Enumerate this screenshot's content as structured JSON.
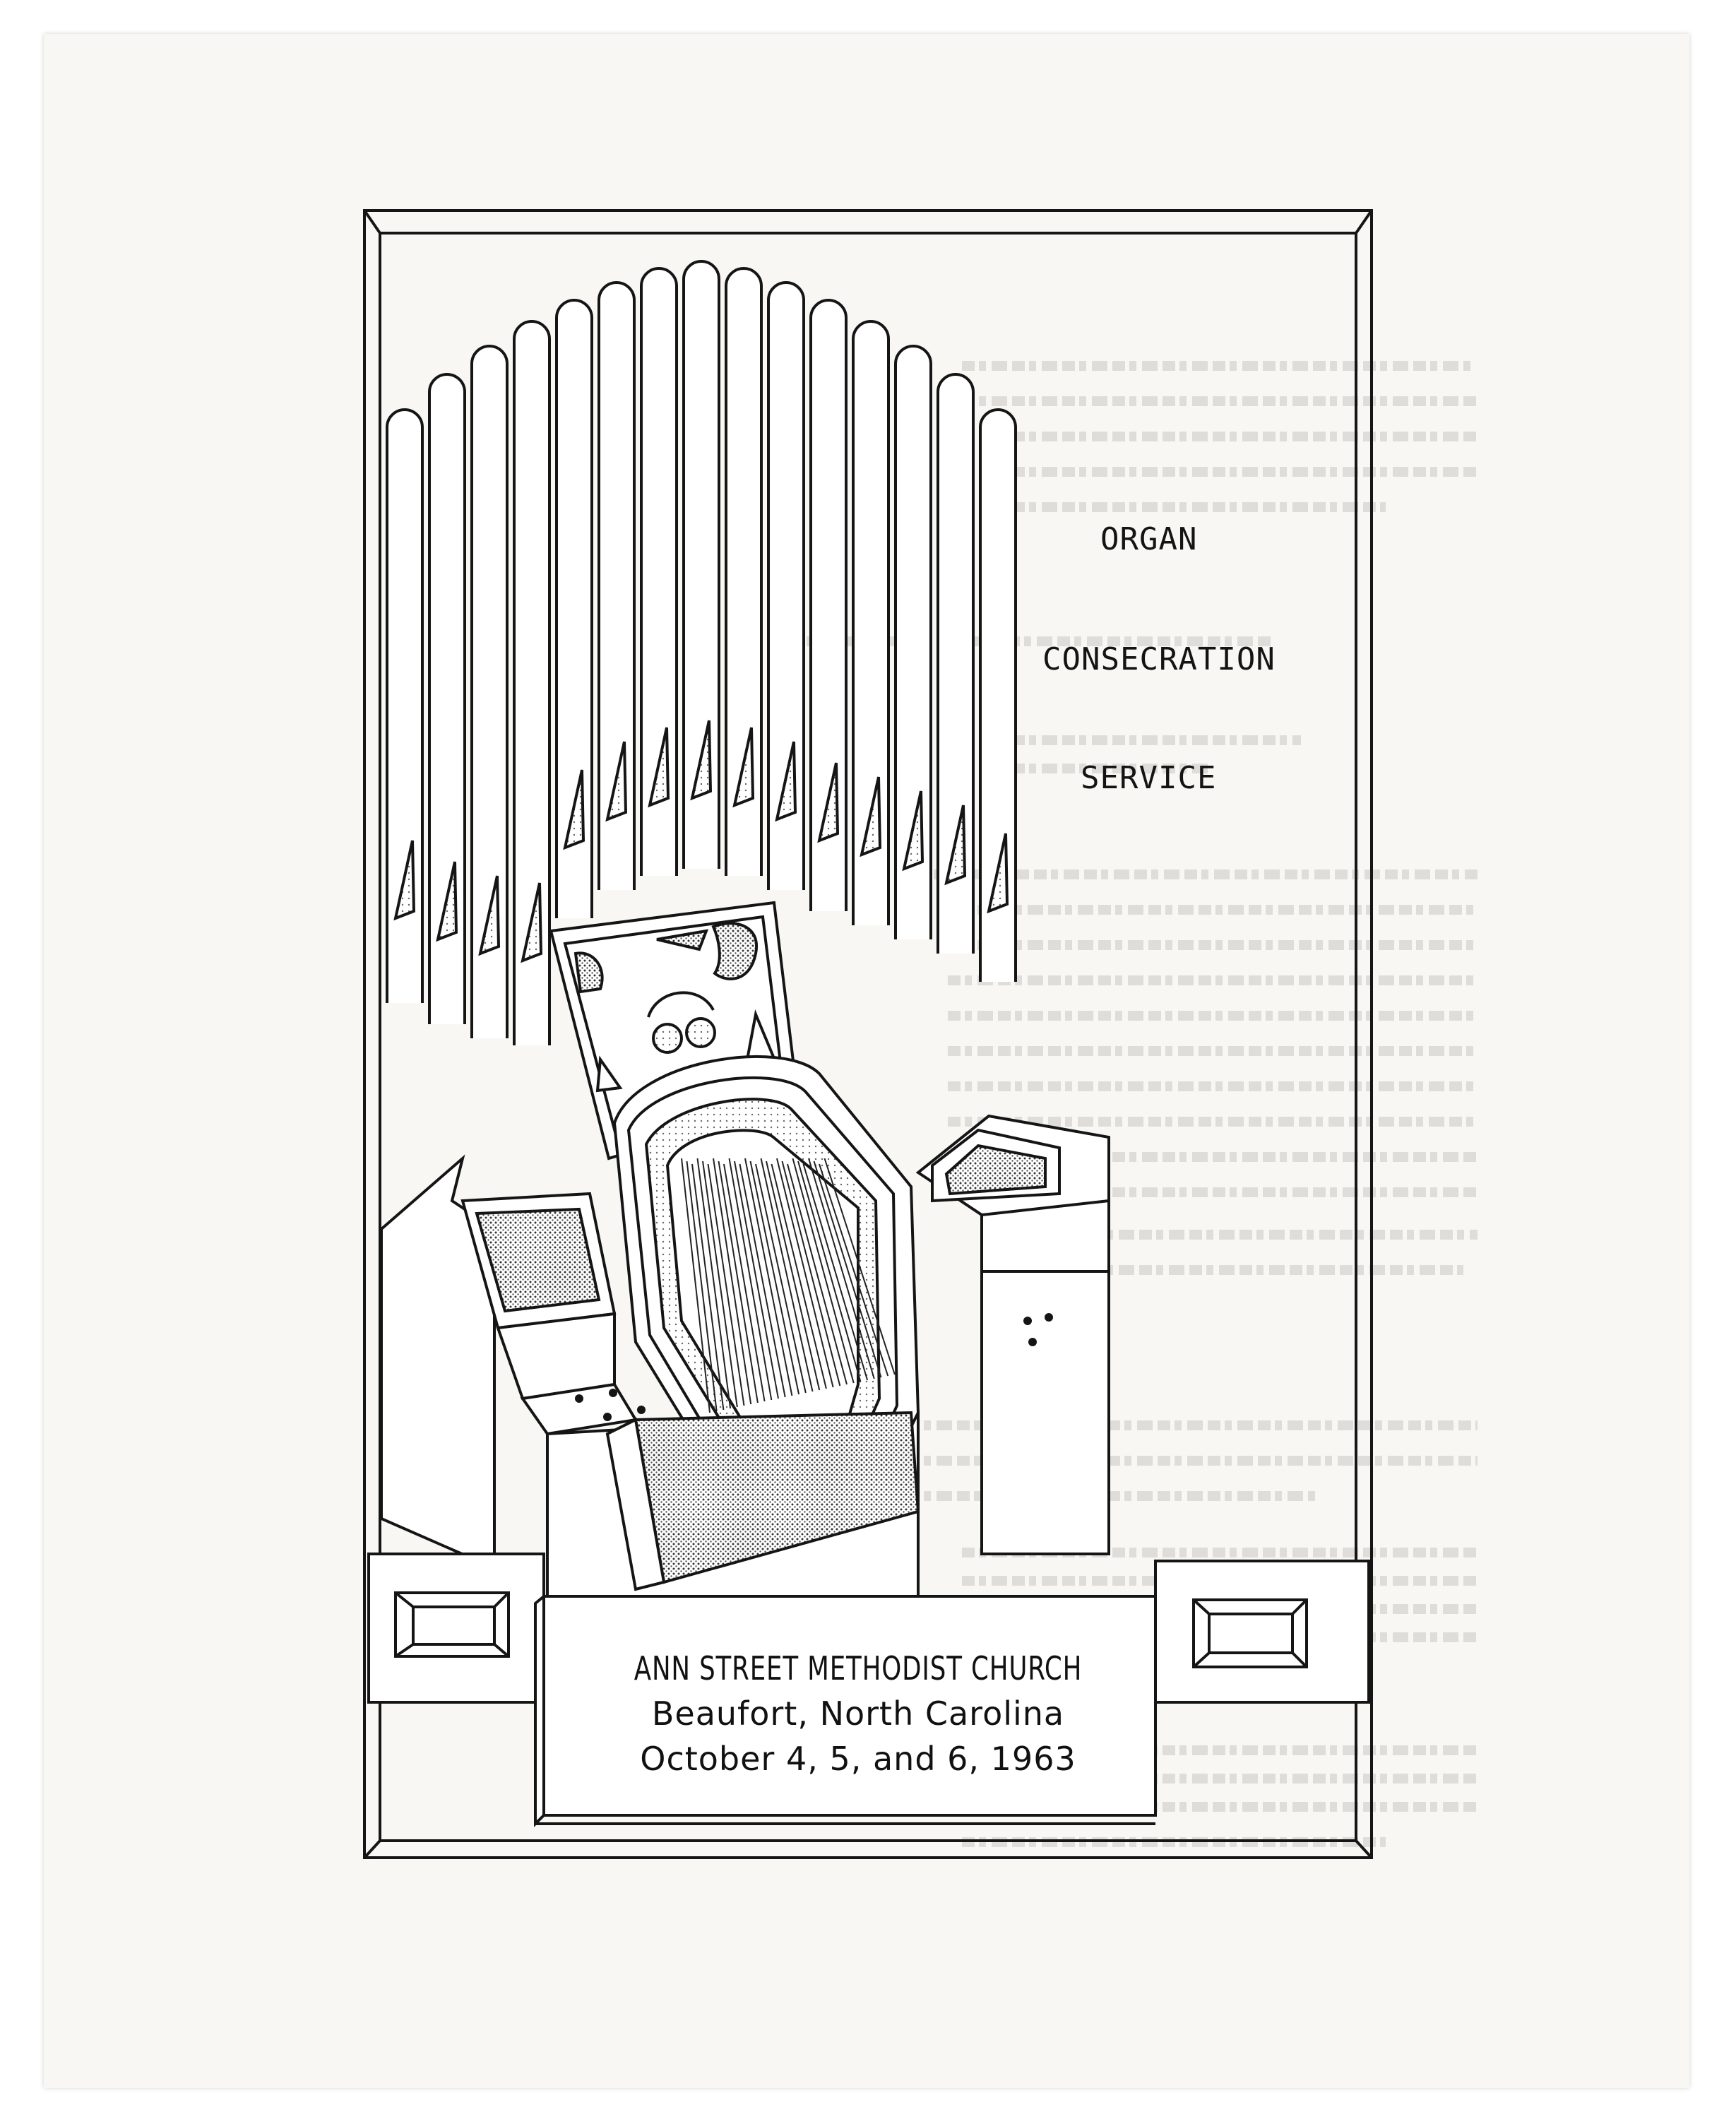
{
  "cover": {
    "title_words": [
      "ORGAN",
      "CONSECRATION",
      "SERVICE"
    ],
    "church": "ANN STREET METHODIST  CHURCH",
    "place": "Beaufort, North Carolina",
    "dates": "October  4, 5, and 6, 1963"
  },
  "illustration": {
    "subject": "pipe organ console with pipes",
    "icon": "organ-icon"
  }
}
